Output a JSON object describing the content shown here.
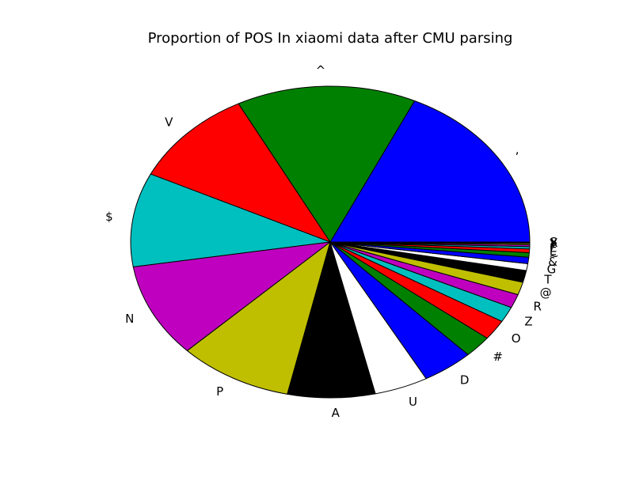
{
  "chart_data": {
    "type": "pie",
    "title": "Proportion of POS In xiaomi data after CMU parsing",
    "start_angle_deg": 0,
    "direction": "counterclockwise",
    "slices": [
      {
        "label": ",",
        "value": 19.1,
        "color": "#0000ff"
      },
      {
        "label": "^",
        "value": 15.4,
        "color": "#008000"
      },
      {
        "label": "V",
        "value": 10.8,
        "color": "#ff0000"
      },
      {
        "label": "$",
        "value": 10.3,
        "color": "#00bfbf"
      },
      {
        "label": "N",
        "value": 10.3,
        "color": "#bf00bf"
      },
      {
        "label": "P",
        "value": 9.8,
        "color": "#bfbf00"
      },
      {
        "label": "A",
        "value": 7.5,
        "color": "#000000"
      },
      {
        "label": "U",
        "value": 4.6,
        "color": "#ffffff"
      },
      {
        "label": "D",
        "value": 4.4,
        "color": "#0000ff"
      },
      {
        "label": "#",
        "value": 2.4,
        "color": "#008000"
      },
      {
        "label": "O",
        "value": 2.2,
        "color": "#ff0000"
      },
      {
        "label": "Z",
        "value": 1.7,
        "color": "#00bfbf"
      },
      {
        "label": "R",
        "value": 1.5,
        "color": "#bf00bf"
      },
      {
        "label": "@",
        "value": 1.4,
        "color": "#bfbf00"
      },
      {
        "label": "T",
        "value": 1.3,
        "color": "#000000"
      },
      {
        "label": "G",
        "value": 0.75,
        "color": "#ffffff"
      },
      {
        "label": "&",
        "value": 0.7,
        "color": "#0000ff"
      },
      {
        "label": "~",
        "value": 0.5,
        "color": "#008000"
      },
      {
        "label": "L",
        "value": 0.4,
        "color": "#ff0000"
      },
      {
        "label": "E",
        "value": 0.25,
        "color": "#00bfbf"
      },
      {
        "label": "!",
        "value": 0.2,
        "color": "#bf00bf"
      },
      {
        "label": "Y",
        "value": 0.15,
        "color": "#bfbf00"
      },
      {
        "label": "X",
        "value": 0.1,
        "color": "#000000"
      },
      {
        "label": "S",
        "value": 0.05,
        "color": "#ffffff"
      }
    ]
  }
}
